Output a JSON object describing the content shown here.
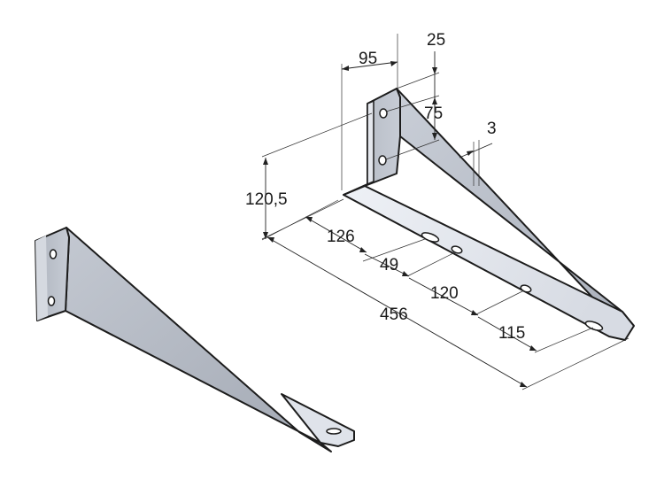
{
  "colors": {
    "metal_light": "#e6e9ef",
    "metal_mid": "#bdc3cd",
    "metal_dark": "#8f96a2",
    "edge": "#1c1c1c",
    "dimension": "#222222"
  },
  "dimensions": {
    "d95": "95",
    "d25": "25",
    "d75": "75",
    "d3": "3",
    "d120_5": "120,5",
    "d126": "126",
    "d49": "49",
    "d120": "120",
    "d456": "456",
    "d115": "115"
  }
}
